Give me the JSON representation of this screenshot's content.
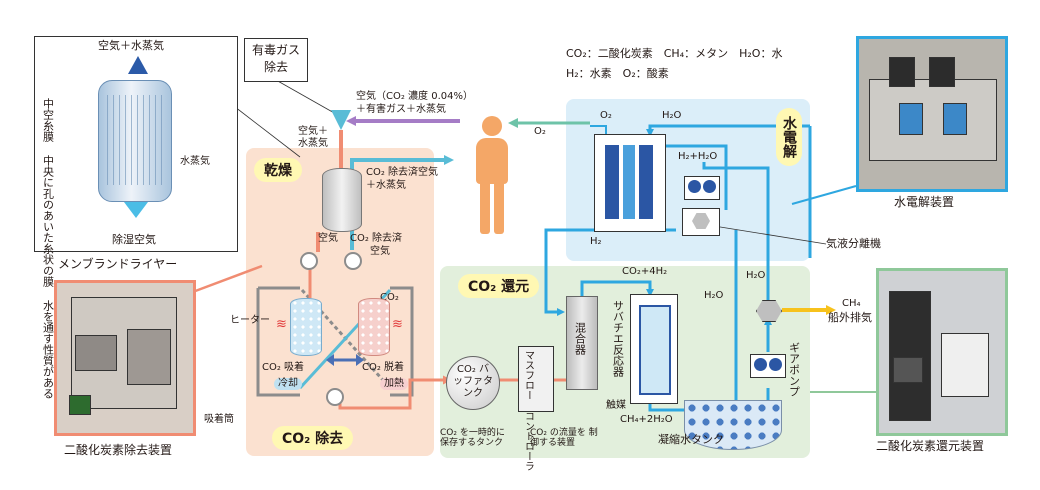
{
  "legend": {
    "line1": "CO₂：二酸化炭素　CH₄：メタン　H₂O：水",
    "line2": "H₂：水素　O₂：酸素"
  },
  "dryer_box": {
    "top_label": "空気＋水蒸気",
    "vertical_text": "中空糸膜 中央に孔のあいた糸状の膜 水を通す性質がある",
    "vapor_label": "水蒸気",
    "bottom_label": "除湿空気",
    "caption": "メンブランドライヤー"
  },
  "toxic_box": "有毒ガス除去",
  "toxic_flow": {
    "line1": "空気（CO₂ 濃度 0.04%）",
    "line2": "＋有害ガス＋水蒸気"
  },
  "air_vapor": {
    "line1": "空気＋",
    "line2": "水蒸気"
  },
  "co2_removed_air": {
    "line1": "CO₂ 除去済空気",
    "line2": "＋水蒸気"
  },
  "o2_label": "O₂",
  "drying": {
    "badge": "乾燥",
    "air": "空気",
    "co2_removed": "CO₂ 除去済",
    "air2": "空気"
  },
  "removal": {
    "badge": "CO₂ 除去",
    "co2": "CO₂",
    "heater": "ヒーター",
    "adsorb": "CO₂ 吸着",
    "desorb": "CO₂ 脱着",
    "cool": "冷却",
    "heat": "加熱",
    "bed": "吸着筒",
    "caption": "二酸化炭素除去装置"
  },
  "electrolysis": {
    "badge": "水電解",
    "o2": "O₂",
    "h2o": "H₂O",
    "h2_h2o": "H₂+H₂O",
    "h2": "H₂",
    "separator": "気液分離機",
    "photo_caption": "水電解装置"
  },
  "reduction": {
    "badge": "CO₂ 還元",
    "buffer": "CO₂ バッファタンク",
    "buffer_note": "CO₂ を一時的に 保存するタンク",
    "mfc": "マスフロー コントローラ",
    "mfc_note": "CO₂ の流量を 制御する装置",
    "mixer": "混合器",
    "reactor": "サバチエ反応器",
    "co2_4h2": "CO₂+4H₂",
    "catalyst": "触媒",
    "ch4_2h2o": "CH₄+2H₂O",
    "h2o_a": "H₂O",
    "h2o_b": "H₂O",
    "condensate": "凝縮水タンク",
    "gear_pump": "ギアポンプ",
    "ch4_out": "CH₄",
    "overboard": "船外排気",
    "caption": "二酸化炭素還元装置"
  },
  "colors": {
    "air_flow": "#f08c72",
    "co2_removed_flow": "#59bcd6",
    "water_flow": "#2ea7e0",
    "toxic_flow": "#a57cc6",
    "ch4_flow": "#f7c21c",
    "o2_flow": "#6ec3a8",
    "drying_bg": "#fbe1d0",
    "reduction_bg": "#e2efdc",
    "electrolysis_bg": "#dbeef9"
  }
}
